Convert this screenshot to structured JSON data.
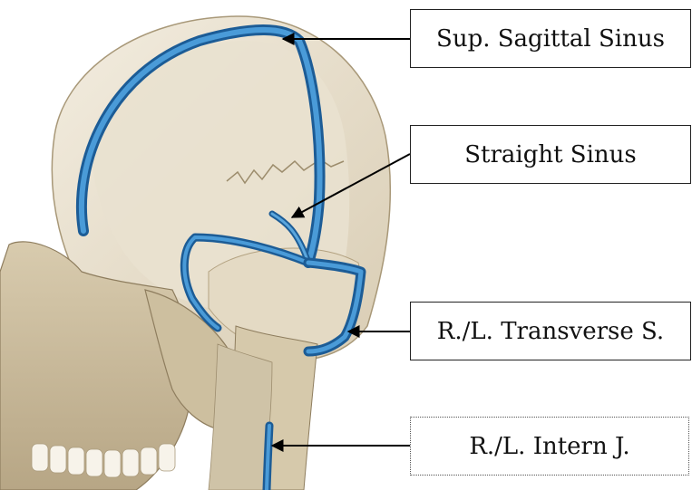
{
  "labels": {
    "sup_sagittal": "Sup. Sagittal Sinus",
    "straight": "Straight Sinus",
    "transverse": "R./L. Transverse S.",
    "intern_j": "R./L. Intern J."
  },
  "colors": {
    "bone": "#ece4d2",
    "bone_dark": "#b8a88a",
    "sinus": "#2f7fc1",
    "sinus_dark": "#1c5c96",
    "arrow": "#000000",
    "box_border": "#222222"
  }
}
